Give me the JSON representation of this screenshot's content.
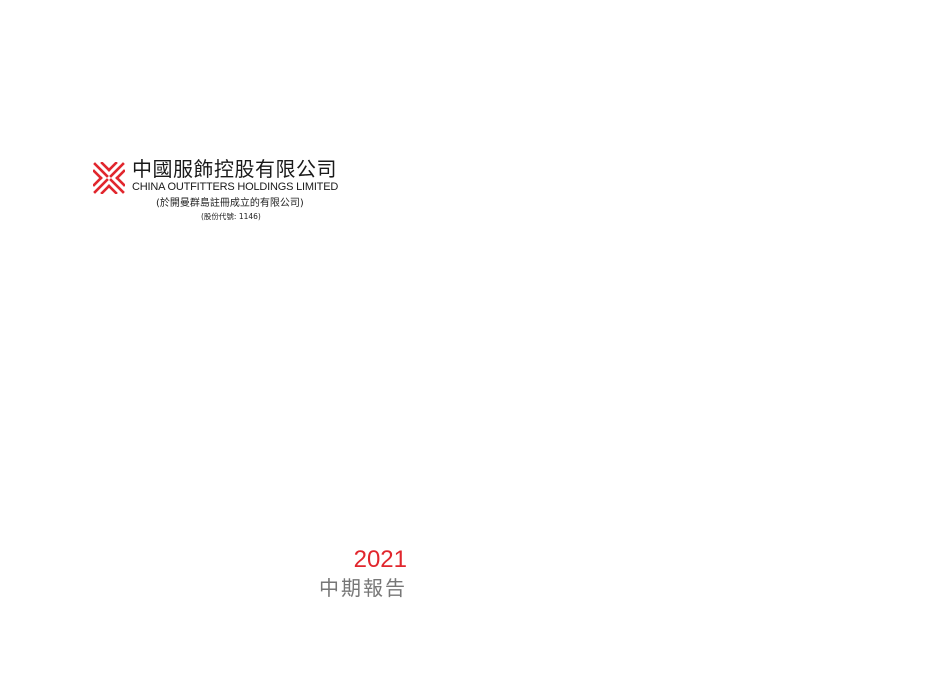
{
  "page": {
    "background_color": "#ffffff"
  },
  "company": {
    "name_zh": "中國服飾控股有限公司",
    "name_en": "CHINA OUTFITTERS HOLDINGS LIMITED",
    "incorporated_note": "(於開曼群島註冊成立的有限公司)",
    "stock_code_note": "(股份代號: 1146)",
    "logo_icon": "intertwined-x-lattice-logo",
    "logo_color": "#e1262d"
  },
  "report": {
    "year": "2021",
    "title": "中期報告",
    "year_color": "#e1262d",
    "title_color": "#777777"
  }
}
